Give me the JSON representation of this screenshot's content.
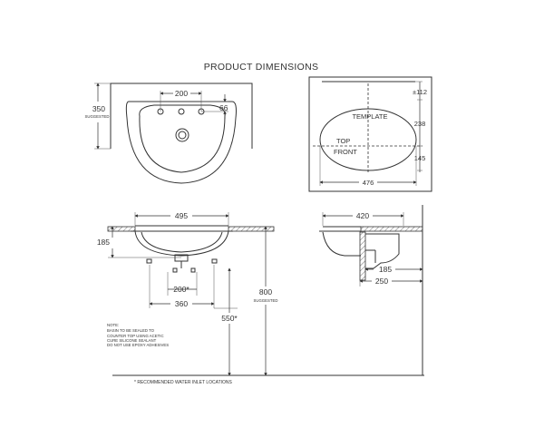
{
  "title": "PRODUCT DIMENSIONS",
  "top_left": {
    "dim_width_top": "200",
    "dim_height": "350",
    "suggested": "SUGGESTED",
    "dim_side": "66"
  },
  "top_right": {
    "template": "TEMPLATE",
    "top": "TOP",
    "front": "FRONT",
    "dim_112": "±112",
    "dim_238": "238",
    "dim_145": "145",
    "dim_476": "476"
  },
  "middle_left": {
    "dim_495": "495",
    "dim_185": "185",
    "dim_200": "200*",
    "dim_360": "360",
    "dim_800": "800",
    "suggested": "SUGGESTED",
    "dim_550": "550*"
  },
  "middle_right": {
    "dim_420": "420",
    "dim_185": "185",
    "dim_250": "250"
  },
  "notes": [
    "NOTE:",
    "BASIN TO BE SEALED TO",
    "COUNTER TOP USING ACETIC",
    "CURE SILICONE SEALANT",
    "DO NOT USE EPOXY ADHESIVES"
  ],
  "footnote": "* RECOMMENDED WATER INLET LOCATIONS"
}
